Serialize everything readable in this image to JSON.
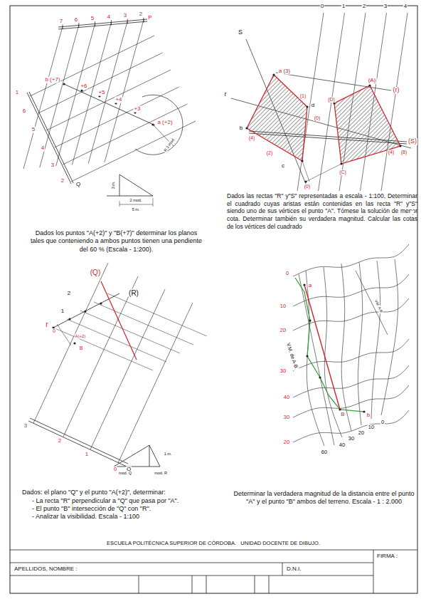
{
  "diagram": {
    "nodes": [
      {
        "text": [
          "FIRMA :"
        ]
      },
      {
        "text": [
          "APELLIDOS, NOMBRE :"
        ]
      },
      {
        "text": [
          "D.N.I."
        ]
      }
    ],
    "labels": [
      "7",
      "6",
      "5",
      "4",
      "3",
      "2",
      "P",
      "b (+7)",
      "+6",
      "+5",
      "+4",
      "+3",
      "a (+2)",
      "R 2 mod.",
      "1",
      "6",
      "5",
      "4",
      "3",
      "2",
      "Q",
      "3 m.",
      "2 mod.",
      "5 m.",
      "Dados los puntos \"A(+2)\" y \"B(+7)\" determinar los planos tales que conteniendo a ambos puntos tienen una pendiente del 60 % (Escala - 1:200).",
      "0",
      "1",
      "2",
      "3",
      "4",
      "S",
      "r",
      "a (3)",
      "(A)",
      "(r)",
      "(1)",
      "d",
      "(D)",
      "(0)",
      "b",
      "(4)",
      "(2)",
      "c",
      "(C)",
      "(0)",
      "(S)",
      "(4)",
      "(8)",
      "Dados las rectas \"R\" y\"S\" representadas a escala - 1:100, Determinar el cuadrado cuyas aristas están contenidas en las recta \"R\" y\"S\" siendo uno de sus vértices el punto \"A\". Tómese la solución de menor cota. Determinar también su verdadera magnitud. Calcular las cotas de los vértices del cuadrado",
      ".",
      "(Q)",
      "(R)",
      "2",
      "1",
      "r",
      "0",
      "A(+2)",
      "B",
      "3",
      "2",
      "1",
      "0",
      "Q",
      "1 m.",
      "mod. Q",
      "mod. R",
      "Dados: el plano \"Q\" y el punto \"A(+2)\", determinar:",
      "- La recta \"R\" perpendicular a \"Q\" que pasa por \"A\".",
      "- El punto \"B\" intersección de \"Q\" con \"R\".",
      "- Analizar la visibilidad. Escala - 1:100",
      "0",
      "a",
      "10",
      "20",
      "30",
      "40",
      "30",
      "20",
      "V.M. de A-B.",
      "V.M. A-B",
      "b",
      "B",
      "60",
      "40",
      "30",
      "20",
      "10",
      "0",
      "Determinar la verdadera magnitud de la distancia entre el punto \"A\" y el punto \"B\" ambos del terreno. Escala - 1 : 2.000",
      "ESCUELA POLITÉCNICA SUPERIOR DE CÓRDOBA.   UNIDAD DOCENTE DE DIBUJO."
    ]
  }
}
